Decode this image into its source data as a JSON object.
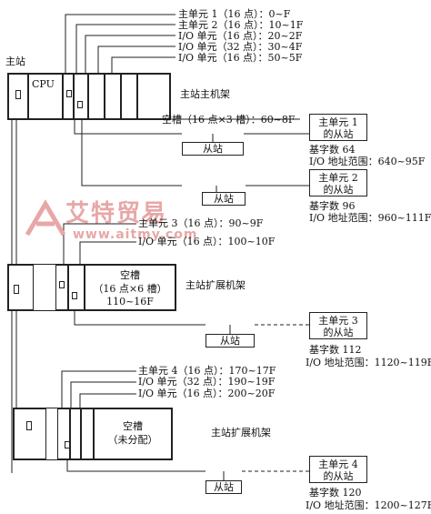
{
  "labels": {
    "main_station": "主站",
    "cpu": "CPU",
    "main_rack": "主站主机架",
    "ext_rack_1": "主站扩展机架",
    "ext_rack_2": "主站扩展机架"
  },
  "main_rack_modules": [
    "主单元 1（16 点）：0~F",
    "主单元 2（16 点）：10~1F",
    "I/O 单元（16 点）：20~2F",
    "I/O 单元（32 点）：30~4F",
    "I/O 单元（16 点）：50~5F"
  ],
  "main_rack_empty": "空槽（16 点×3 槽）：60~8F",
  "ext1_modules": [
    "主单元 3（16 点）：90~9F",
    "I/O 单元（16 点）：100~10F"
  ],
  "ext1_empty": {
    "line1": "空槽",
    "line2": "（16 点×6 槽）",
    "line3": "110~16F"
  },
  "ext2_modules": [
    "主单元 4（16 点）：170~17F",
    "I/O 单元（32 点）：190~19F",
    "I/O 单元（16 点）：200~20F"
  ],
  "ext2_empty": {
    "line1": "空槽",
    "line2": "（未分配）"
  },
  "slave_label": "从站",
  "slaves": [
    {
      "master": {
        "line1": "主单元 1",
        "line2": "的从站"
      },
      "base": "基字数 64",
      "range": "I/O 地址范围：640~95F"
    },
    {
      "master": {
        "line1": "主单元 2",
        "line2": "的从站"
      },
      "base": "基字数 96",
      "range": "I/O 地址范围：960~111F"
    },
    {
      "master": {
        "line1": "主单元 3",
        "line2": "的从站"
      },
      "base": "基字数 112",
      "range": "I/O 地址范围：1120~119F"
    },
    {
      "master": {
        "line1": "主单元 4",
        "line2": "的从站"
      },
      "base": "基字数 120",
      "range": "I/O 地址范围：1200~127F"
    }
  ],
  "watermark": {
    "brand": "艾特贸易",
    "url": "www.aitmy.com"
  },
  "colors": {
    "line": "#222222",
    "watermark": "#e8a7a7"
  }
}
